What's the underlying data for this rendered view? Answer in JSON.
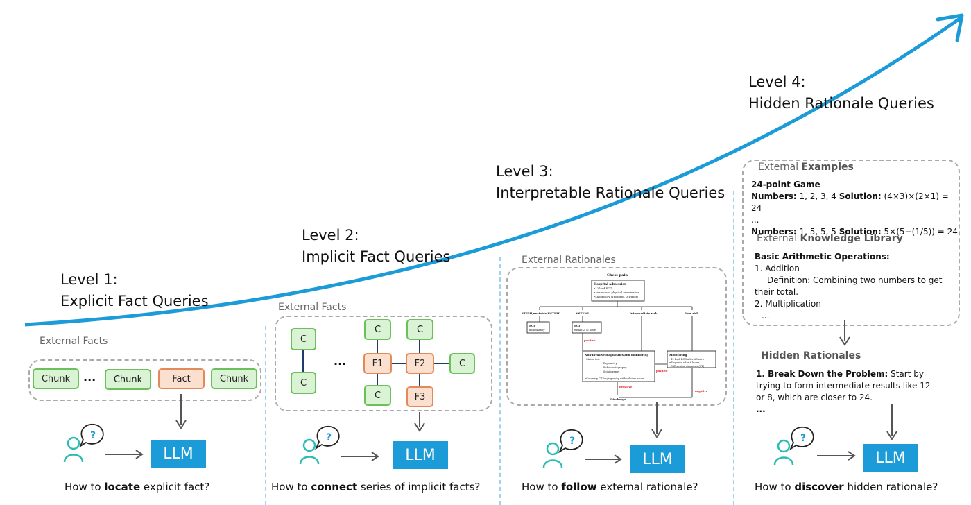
{
  "levels": [
    {
      "title": "Level 1:",
      "name": "Explicit Fact Queries"
    },
    {
      "title": "Level 2:",
      "name": "Implicit Fact Queries"
    },
    {
      "title": "Level 3:",
      "name": "Interpretable Rationale Queries"
    },
    {
      "title": "Level 4:",
      "name": "Hidden Rationale Queries"
    }
  ],
  "panel1": {
    "label": "External Facts",
    "chunks": [
      "Chunk",
      "...",
      "Chunk",
      "Fact",
      "Chunk"
    ],
    "llm": "LLM",
    "question_pre": "How to ",
    "question_bold": "locate",
    "question_post": " explicit fact?"
  },
  "panel2": {
    "label": "External Facts",
    "c_label": "C",
    "ellipsis": "...",
    "f1": "F1",
    "f2": "F2",
    "f3": "F3",
    "llm": "LLM",
    "question_pre": "How to ",
    "question_bold": "connect",
    "question_post": " series of implicit facts?"
  },
  "panel3": {
    "label": "External Rationales",
    "flow": {
      "root": "Chest pain",
      "admission_title": "Hospital admission",
      "admission_lines": [
        "•12 lead ECG",
        "•Anamnesis, physical examination",
        "•Laboratory (Troponin, D-Dimer)"
      ],
      "branches": [
        "STEMI/unstable NSTEMI",
        "NSTEMI",
        "Intermediate risk",
        "Low risk"
      ],
      "pci1": [
        "PCI",
        "immediately"
      ],
      "pci2": [
        "PCI",
        "within 2-72 hours"
      ],
      "positive": "positive",
      "negative": "negative",
      "noninvasive_title": "Non-invasive diagnostics and monitoring",
      "noninvasive_lines": [
        "•Stress test",
        "Ergometry",
        "Echocardiography",
        "Scintigraphy",
        "•Coronary CT Angiography with calcium score"
      ],
      "monitoring_title": "Monitoring",
      "monitoring_lines": [
        "•12 lead ECG after 6 hours",
        "•Troponin after 6 hours",
        "•Differential diagnosis (CT)"
      ],
      "discharge": "Discharge"
    },
    "llm": "LLM",
    "question_pre": "How to ",
    "question_bold": "follow",
    "question_post": " external rationale?"
  },
  "panel4": {
    "examples_label_pre": "External ",
    "examples_label_bold": "Examples",
    "game_title": "24-point Game",
    "numbers_label": "Numbers:",
    "solution_label": "Solution:",
    "ex1_numbers": " 1, 2, 3, 4 ",
    "ex1_solution": " (4×3)×(2×1) = 24",
    "ex_ellipsis": "...",
    "ex2_numbers": " 1, 5, 5, 5  ",
    "ex2_solution": " 5×(5−(1/5)) = 24",
    "library_label_pre": "External ",
    "library_label_bold": "Knowledge Library",
    "basic_title": "Basic Arithmetic Operations:",
    "item1": "1. Addition",
    "item1_def": "Definition: Combining two numbers to get their total.",
    "item2": "2. Multiplication",
    "item_more": "...",
    "hidden_title": "Hidden Rationales",
    "hidden_item_bold": "1. Break Down the Problem:",
    "hidden_item_text": " Start by trying to form intermediate results like 12 or 8, which are closer to 24.",
    "hidden_more": "...",
    "llm": "LLM",
    "question_pre": "How to ",
    "question_bold": "discover",
    "question_post": " hidden rationale?"
  },
  "colors": {
    "accent": "#1b9bd7",
    "chunk_green": "#d9f3d4",
    "fact_orange": "#fbe0d0",
    "user_icon": "#2bbcb4"
  }
}
